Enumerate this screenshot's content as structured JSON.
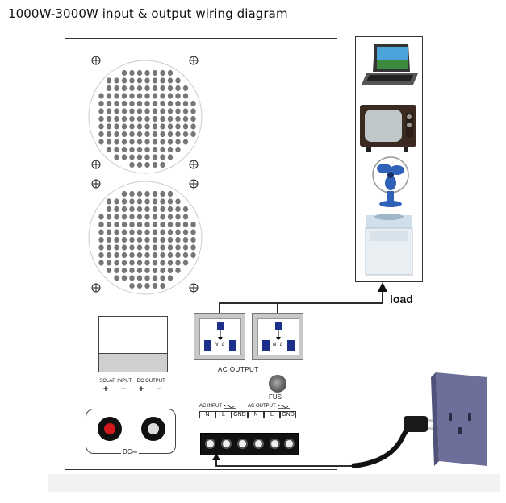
{
  "title": "1000W-3000W input & output wiring diagram",
  "panel": {
    "solar_input_label": "SOLAR INPUT",
    "dc_output_label": "DC OUTPUT",
    "plus_symbol": "+",
    "minus_symbol": "−",
    "dc_label": "DC",
    "dc_symbol": "⎓",
    "ac_output_label": "AC OUTPUT",
    "fuse_label": "FUS",
    "socket_n_label": "N",
    "socket_l_label": "L",
    "ac_input_label": "AC INPUT",
    "ac_output_terminal_label": "AC OUTPUT",
    "terminal_labels": [
      "N",
      "L",
      "GND",
      "N",
      "L",
      "GND"
    ]
  },
  "load": {
    "label": "load",
    "devices": [
      "laptop-icon",
      "tv-icon",
      "fan-icon",
      "washing-machine-icon"
    ]
  },
  "colors": {
    "socket_blue": "#1c2f8c",
    "binding_red": "#d0191d",
    "wire": "#111111",
    "wall_plate": "#6d6f9a"
  }
}
